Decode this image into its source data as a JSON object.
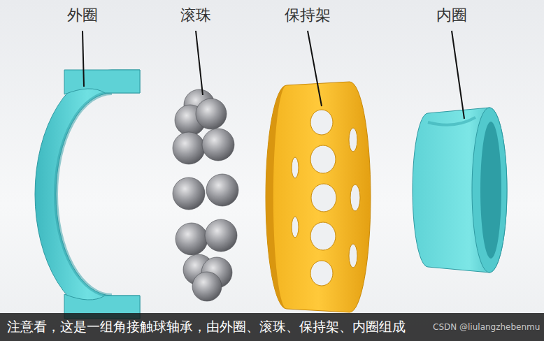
{
  "diagram": {
    "caption": "注意看，这是一组角接触球轴承，由外圈、滚珠、保持架、内圈组成",
    "labels": [
      "外圈",
      "滚珠",
      "保持架",
      "内圈",
      "CSDN @liulangzhebenmu"
    ]
  }
}
